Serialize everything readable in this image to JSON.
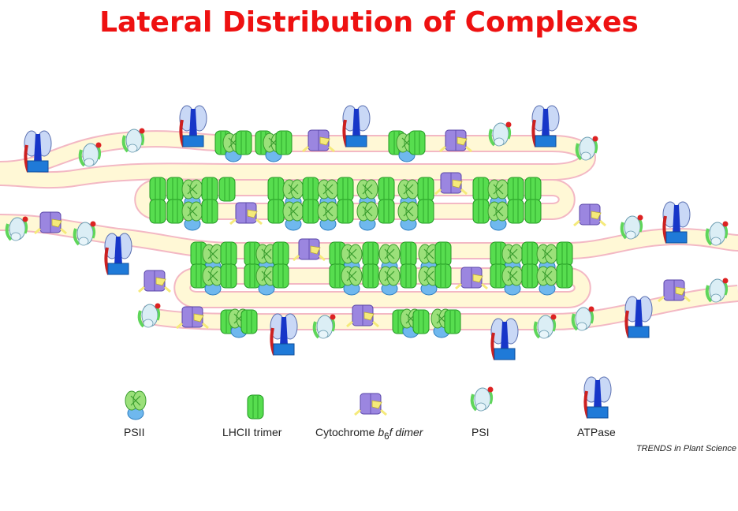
{
  "title": "Lateral Distribution of Complexes",
  "legend": {
    "psii": "PSII",
    "lhcii": "LHCII trimer",
    "cyt_prefix": "Cytochrome ",
    "cyt_b": "b",
    "cyt_sub": "6",
    "cyt_suffix": "f dimer",
    "psi": "PSI",
    "atpase": "ATPase"
  },
  "credit": "TRENDS in Plant Science",
  "colors": {
    "membrane_fill": "#fff8d6",
    "membrane_edge": "#f3b8c4",
    "lhcii": "#57dd4f",
    "psii_core": "#9be07a",
    "psii_base": "#6fb8ee",
    "cyt": "#9b86e0",
    "cyt_yellow": "#f5ea7a",
    "atp_head": "#c9d8f6",
    "atp_stalk": "#1736c8",
    "atp_red": "#cc2020",
    "psi_body": "#dbeef5",
    "psi_green": "#5fd65a",
    "title": "#ee1111"
  }
}
